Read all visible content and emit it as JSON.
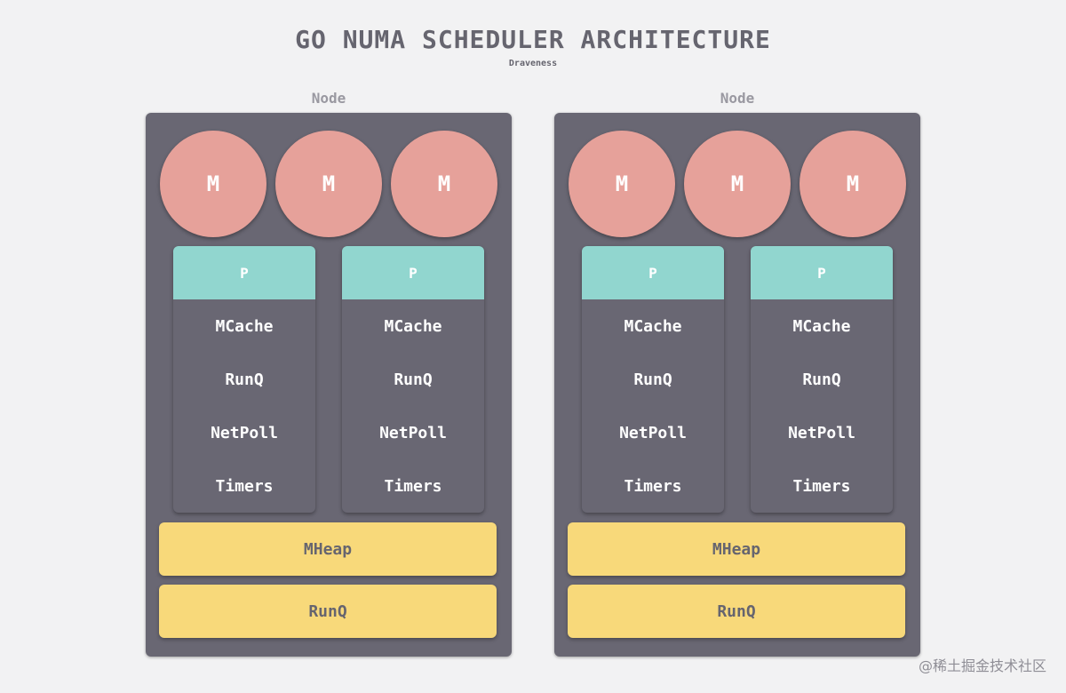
{
  "title": "GO NUMA SCHEDULER ARCHITECTURE",
  "subtitle": "Draveness",
  "watermark": "@稀土掘金技术社区",
  "colors": {
    "background": "#f2f2f3",
    "node": "#696773",
    "machine": "#e6a19a",
    "processor_header": "#91d6cf",
    "shared_bar": "#f8d97a",
    "text_dark": "#66656f"
  },
  "nodes": [
    {
      "label": "Node",
      "machines": [
        "M",
        "M",
        "M"
      ],
      "processors": [
        {
          "header": "P",
          "items": [
            "MCache",
            "RunQ",
            "NetPoll",
            "Timers"
          ]
        },
        {
          "header": "P",
          "items": [
            "MCache",
            "RunQ",
            "NetPoll",
            "Timers"
          ]
        }
      ],
      "heap": "MHeap",
      "runq": "RunQ"
    },
    {
      "label": "Node",
      "machines": [
        "M",
        "M",
        "M"
      ],
      "processors": [
        {
          "header": "P",
          "items": [
            "MCache",
            "RunQ",
            "NetPoll",
            "Timers"
          ]
        },
        {
          "header": "P",
          "items": [
            "MCache",
            "RunQ",
            "NetPoll",
            "Timers"
          ]
        }
      ],
      "heap": "MHeap",
      "runq": "RunQ"
    }
  ]
}
